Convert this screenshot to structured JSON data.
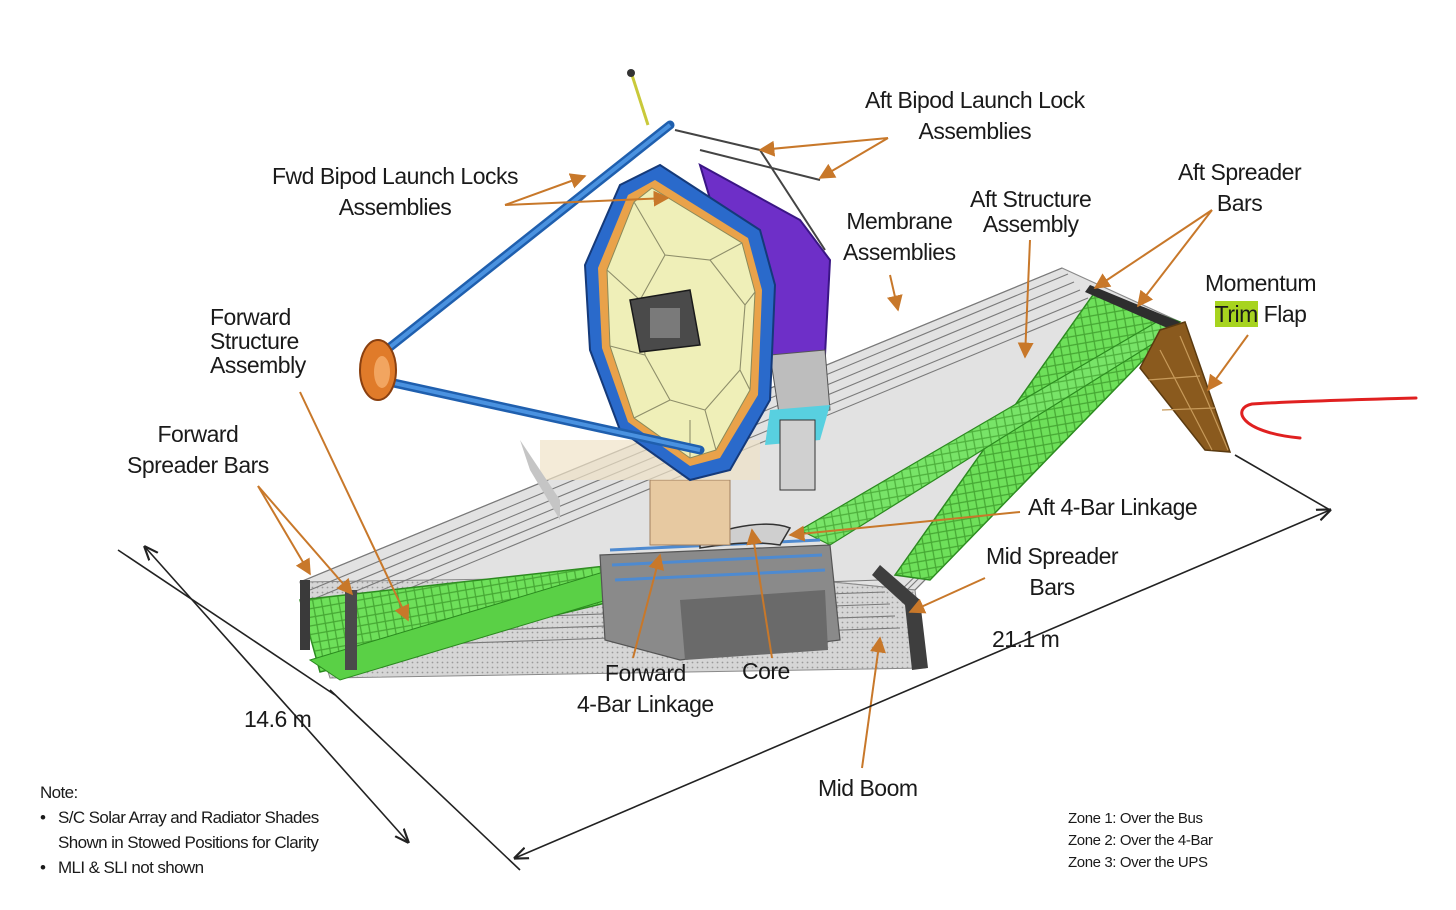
{
  "labels": {
    "aft_bipod": [
      "Aft Bipod Launch Lock",
      "Assemblies"
    ],
    "fwd_bipod": [
      "Fwd Bipod Launch Locks",
      "Assemblies"
    ],
    "membrane": [
      "Membrane",
      "Assemblies"
    ],
    "aft_structure": [
      "Aft Structure",
      "Assembly"
    ],
    "aft_spreader": [
      "Aft Spreader",
      "Bars"
    ],
    "momentum_trim": {
      "line1": "Momentum",
      "line2_highlight": "Trim",
      "line2_rest": " Flap"
    },
    "forward_structure": [
      "Forward",
      "Structure",
      "Assembly"
    ],
    "forward_spreader": [
      "Forward",
      "Spreader Bars"
    ],
    "aft_4bar": "Aft 4-Bar Linkage",
    "mid_spreader": [
      "Mid Spreader",
      "Bars"
    ],
    "forward_4bar": [
      "Forward",
      "4-Bar Linkage"
    ],
    "core": "Core",
    "mid_boom": "Mid Boom"
  },
  "dimensions": {
    "width": "14.6 m",
    "length": "21.1 m"
  },
  "note": {
    "heading": "Note:",
    "item1_line1": "S/C Solar Array and Radiator Shades",
    "item1_line2": "Shown in Stowed Positions for Clarity",
    "item2": "MLI & SLI not shown"
  },
  "zones": [
    "Zone 1: Over the Bus",
    "Zone 2: Over the 4-Bar",
    "Zone 3: Over the UPS"
  ],
  "colors": {
    "leader": "#c8782a",
    "boom": "#5fd84a",
    "strut": "#2a76c9",
    "mirror": "#efefb8",
    "bus": "#6a2ac2",
    "annotation": "#e02020"
  }
}
